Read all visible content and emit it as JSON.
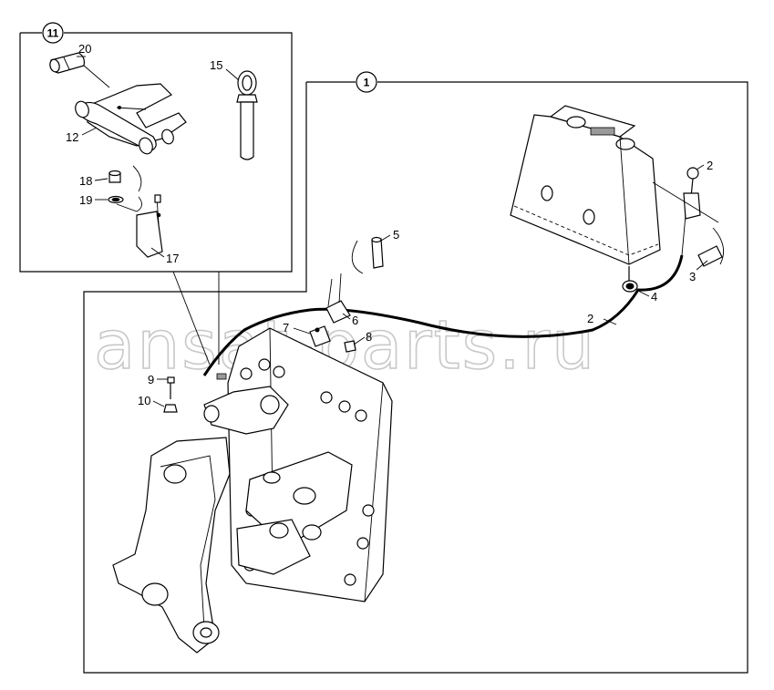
{
  "watermark": "ansat-parts.ru",
  "detail_view": {
    "badge": "11",
    "labels": {
      "p20": "20",
      "p15": "15",
      "p12": "12",
      "p18": "18",
      "p19": "19",
      "p17": "17"
    }
  },
  "main_view": {
    "badge": "1",
    "labels": {
      "p2a": "2",
      "p3": "3",
      "p4": "4",
      "p2b": "2",
      "p5": "5",
      "p6": "6",
      "p7": "7",
      "p8": "8",
      "p9": "9",
      "p10": "10"
    }
  }
}
